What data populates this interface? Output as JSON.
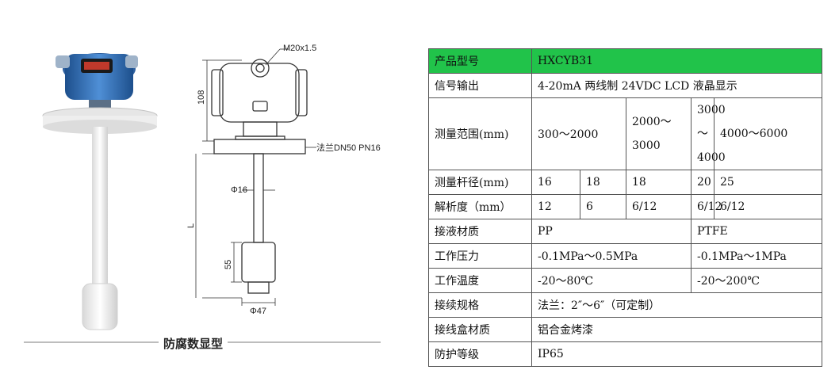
{
  "figure": {
    "caption": "防腐数显型",
    "labels": {
      "thread": "M20x1.5",
      "height": "108",
      "flange": "法兰DN50 PN16",
      "rod_diameter": "Φ16",
      "length": "L",
      "float_height": "55",
      "float_diameter": "Φ47"
    }
  },
  "spec_table": {
    "model": {
      "label": "产品型号",
      "value": "HXCYB31"
    },
    "signal": {
      "label": "信号输出",
      "value": "4-20mA 两线制 24VDC LCD 液晶显示"
    },
    "range": {
      "label": "测量范围(mm)",
      "v1": "300～2000",
      "v2": "2000～3000",
      "v3": "3000～4000",
      "v4": "4000～6000"
    },
    "rod": {
      "label": "测量杆径(mm)",
      "values": [
        "16",
        "18",
        "18",
        "20",
        "25"
      ]
    },
    "resolution": {
      "label": "解析度（mm）",
      "values": [
        "12",
        "6",
        "6/12",
        "6/12",
        "6/12"
      ]
    },
    "material": {
      "label": "接液材质",
      "pp": "PP",
      "ptfe": "PTFE"
    },
    "pressure": {
      "label": "工作压力",
      "pp": "-0.1MPa～0.5MPa",
      "ptfe": "-0.1MPa～1MPa"
    },
    "temperature": {
      "label": "工作温度",
      "pp": "-20～80℃",
      "ptfe": "-20～200℃"
    },
    "connection": {
      "label": "接续规格",
      "value": "法兰：2″～6″（可定制）"
    },
    "housing": {
      "label": "接线盒材质",
      "value": "铝合金烤漆"
    },
    "protection": {
      "label": "防护等级",
      "value": "IP65"
    },
    "header_color": "#21c34a"
  }
}
